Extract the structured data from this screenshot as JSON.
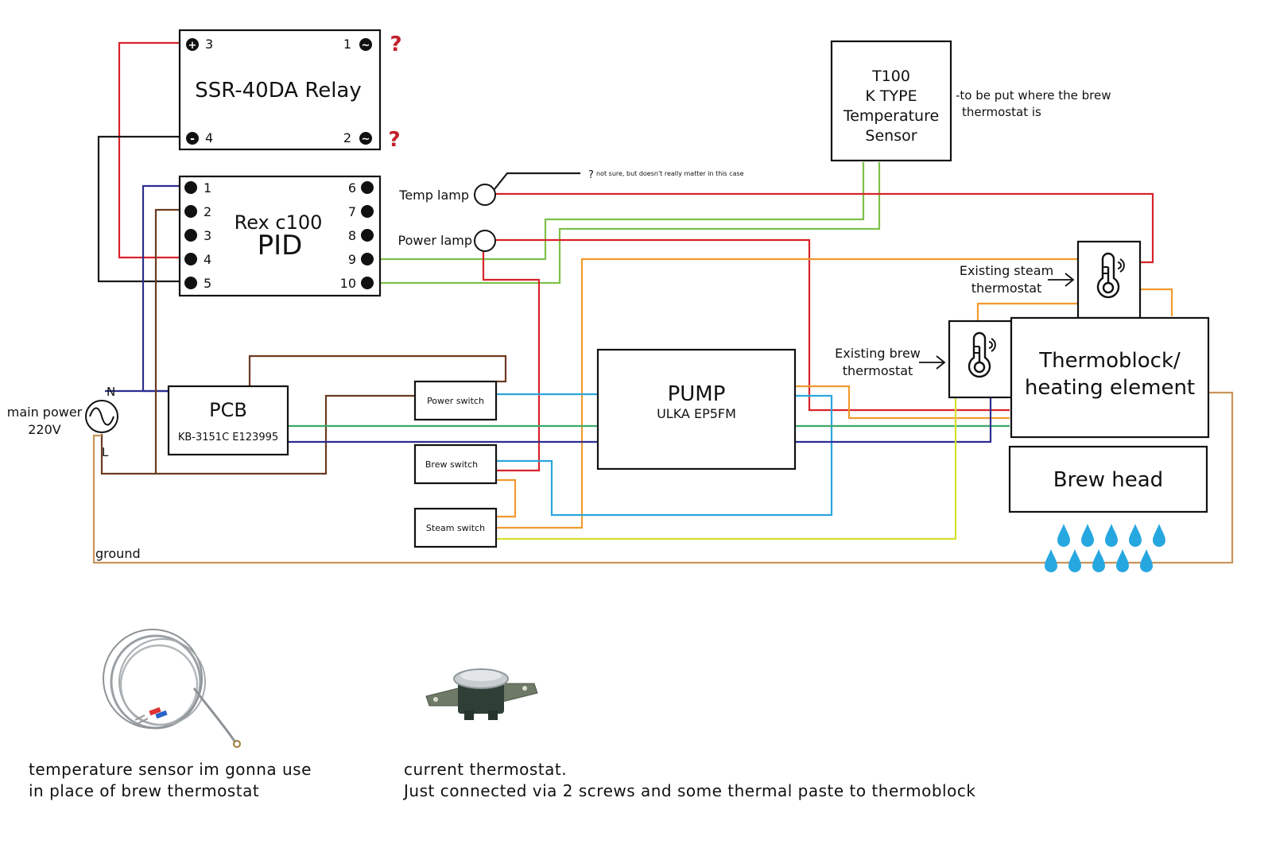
{
  "colors": {
    "red": "#d8232a",
    "black": "#1a1a1a",
    "blue_dark": "#2b2e8f",
    "brown": "#6b3b1e",
    "green": "#7dc14a",
    "green_mid": "#3aaa67",
    "orange": "#f29a2e",
    "cyan": "#2aa6dc",
    "yellow": "#d6e02c",
    "tan": "#c9955b",
    "water": "#27a7e0",
    "question": "#c3202c"
  },
  "ssr": {
    "title": "SSR-40DA Relay",
    "t3": "3",
    "t1": "1",
    "t4": "4",
    "t2": "2",
    "plus": "+",
    "minus": "-",
    "ac": "~",
    "q": "?"
  },
  "pid": {
    "title1": "Rex c100",
    "title2": "PID",
    "left_terms": [
      "1",
      "2",
      "3",
      "4",
      "5"
    ],
    "right_terms": [
      "6",
      "7",
      "8",
      "9",
      "10"
    ]
  },
  "t100": {
    "lines": [
      "T100",
      "K TYPE",
      "Temperature",
      "Sensor"
    ],
    "note1": "-to be put where the brew",
    "note2": "thermostat is"
  },
  "lamps": {
    "temp": "Temp lamp",
    "power": "Power lamp",
    "q": "?",
    "note": "not sure, but doesn't really matter in this case"
  },
  "mains": {
    "label1": "main power",
    "label2": "220V",
    "n": "N",
    "l": "L",
    "ground": "ground"
  },
  "pcb": {
    "title": "PCB",
    "model": "KB-3151C E123995"
  },
  "switches": {
    "power": "Power switch",
    "brew": "Brew switch",
    "steam": "Steam switch"
  },
  "pump": {
    "title": "PUMP",
    "model": "ULKA EP5FM"
  },
  "thermostats": {
    "steam1": "Existing steam",
    "steam2": "thermostat",
    "brew1": "Existing brew",
    "brew2": "thermostat"
  },
  "thermoblock": {
    "line1": "Thermoblock/",
    "line2": "heating element"
  },
  "brewhead": {
    "title": "Brew head"
  },
  "captions": {
    "sensor1": "temperature sensor im gonna use",
    "sensor2": "in place of brew thermostat",
    "thermo1": "current thermostat.",
    "thermo2": "Just connected via 2 screws and some thermal paste to thermoblock"
  }
}
